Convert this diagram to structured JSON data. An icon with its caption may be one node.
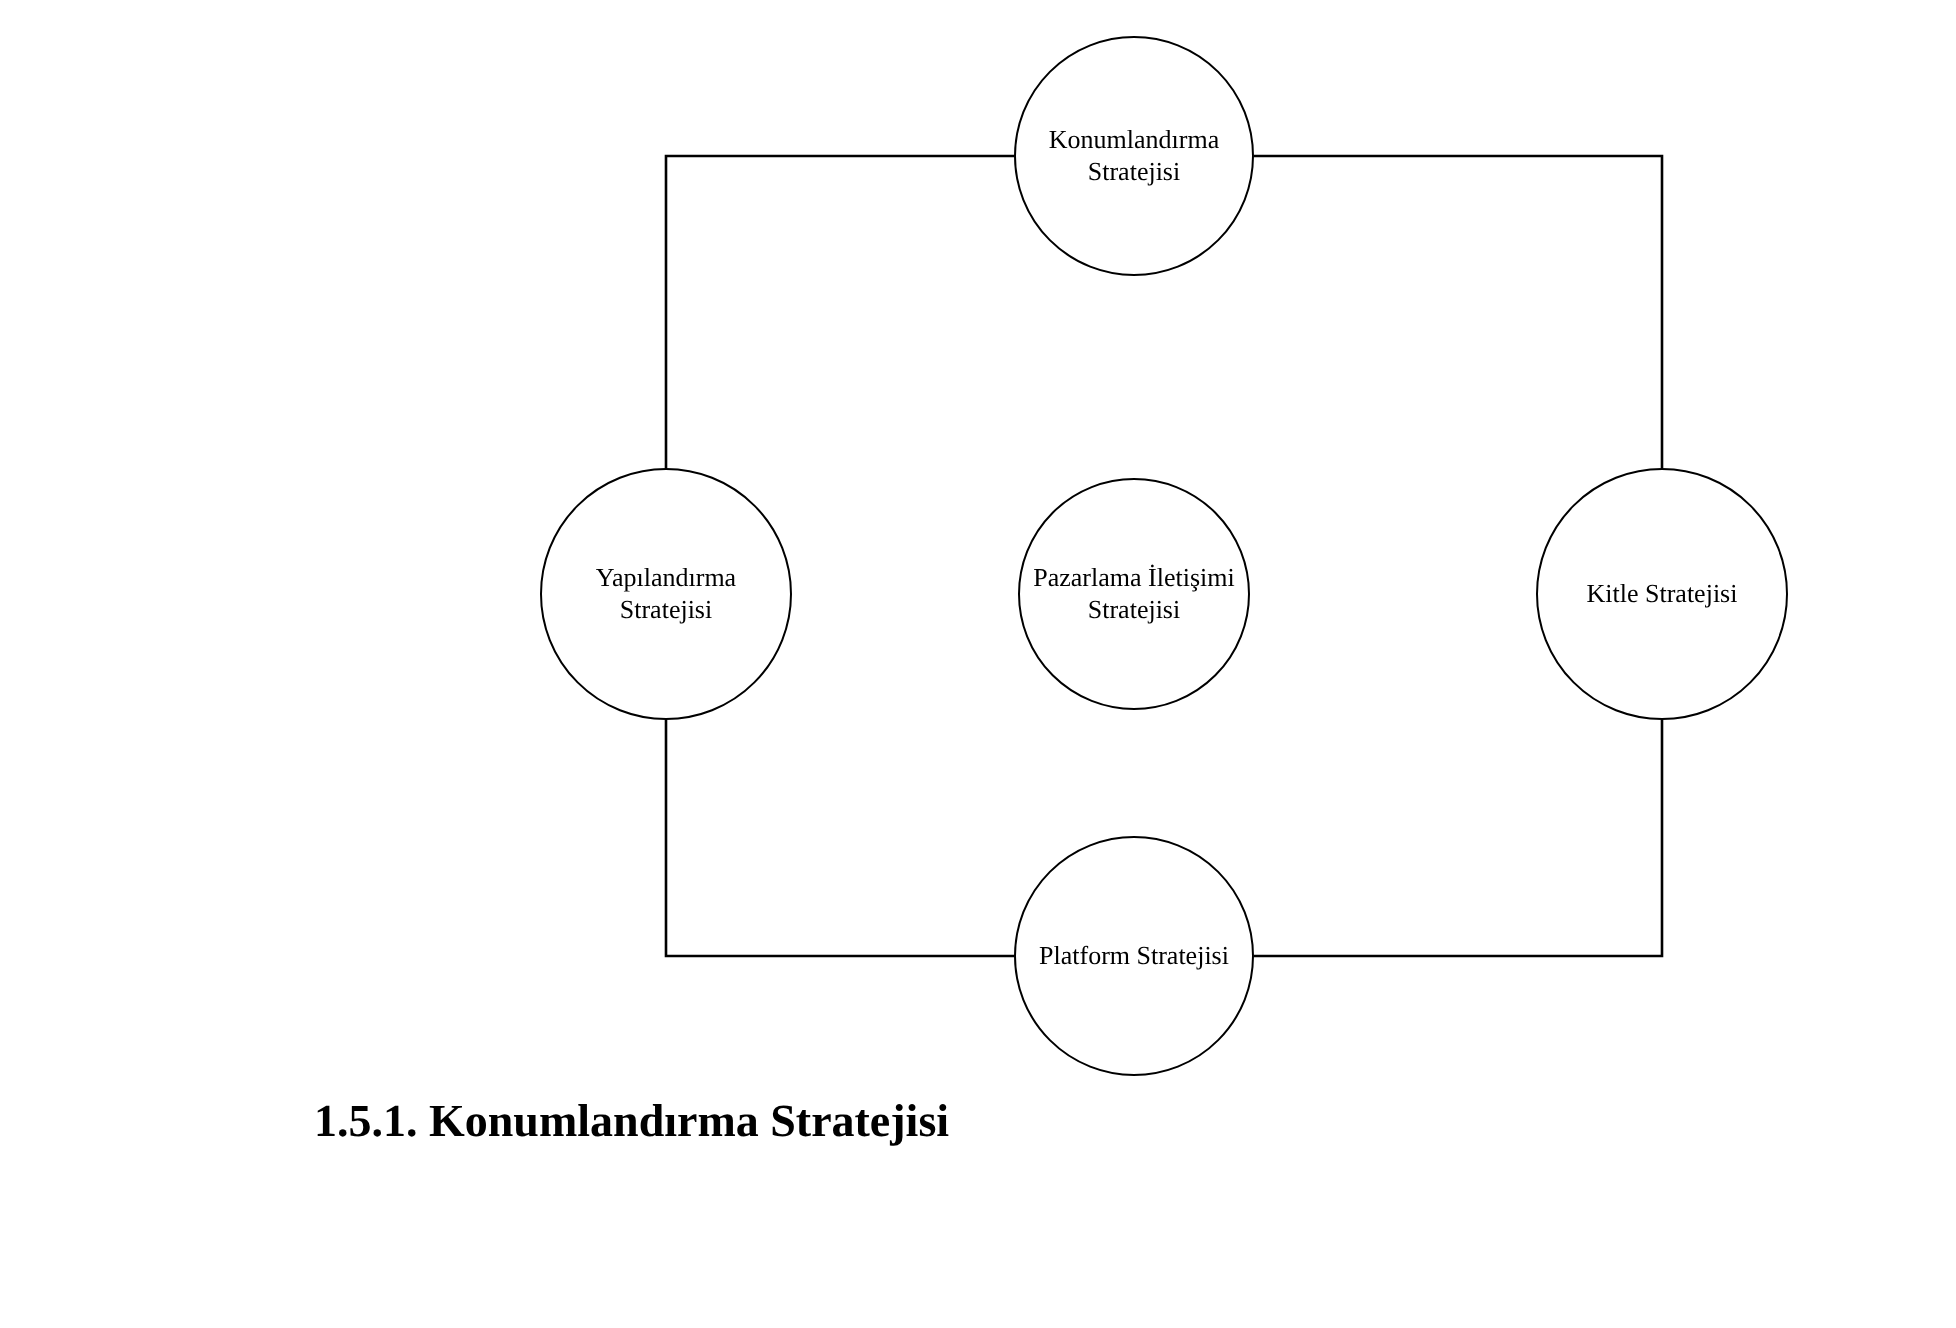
{
  "diagram": {
    "nodes": [
      {
        "text": [
          "Konumlandırma Stratejisi"
        ]
      },
      {
        "text": [
          "Yapılandırma Stratejisi"
        ]
      },
      {
        "text": [
          "Pazarlama İletişimi Stratejisi"
        ]
      },
      {
        "text": [
          "Kitle Stratejisi"
        ]
      },
      {
        "text": [
          "Platform Stratejisi"
        ]
      }
    ],
    "edges": [
      {
        "from": 0,
        "to": 1,
        "arrow": "none"
      },
      {
        "from": 0,
        "to": 3,
        "arrow": "none"
      },
      {
        "from": 1,
        "to": 4,
        "arrow": "none"
      },
      {
        "from": 4,
        "to": 3,
        "arrow": "none"
      }
    ],
    "labels": [
      "1.5.1. Konumlandırma Stratejisi"
    ]
  }
}
